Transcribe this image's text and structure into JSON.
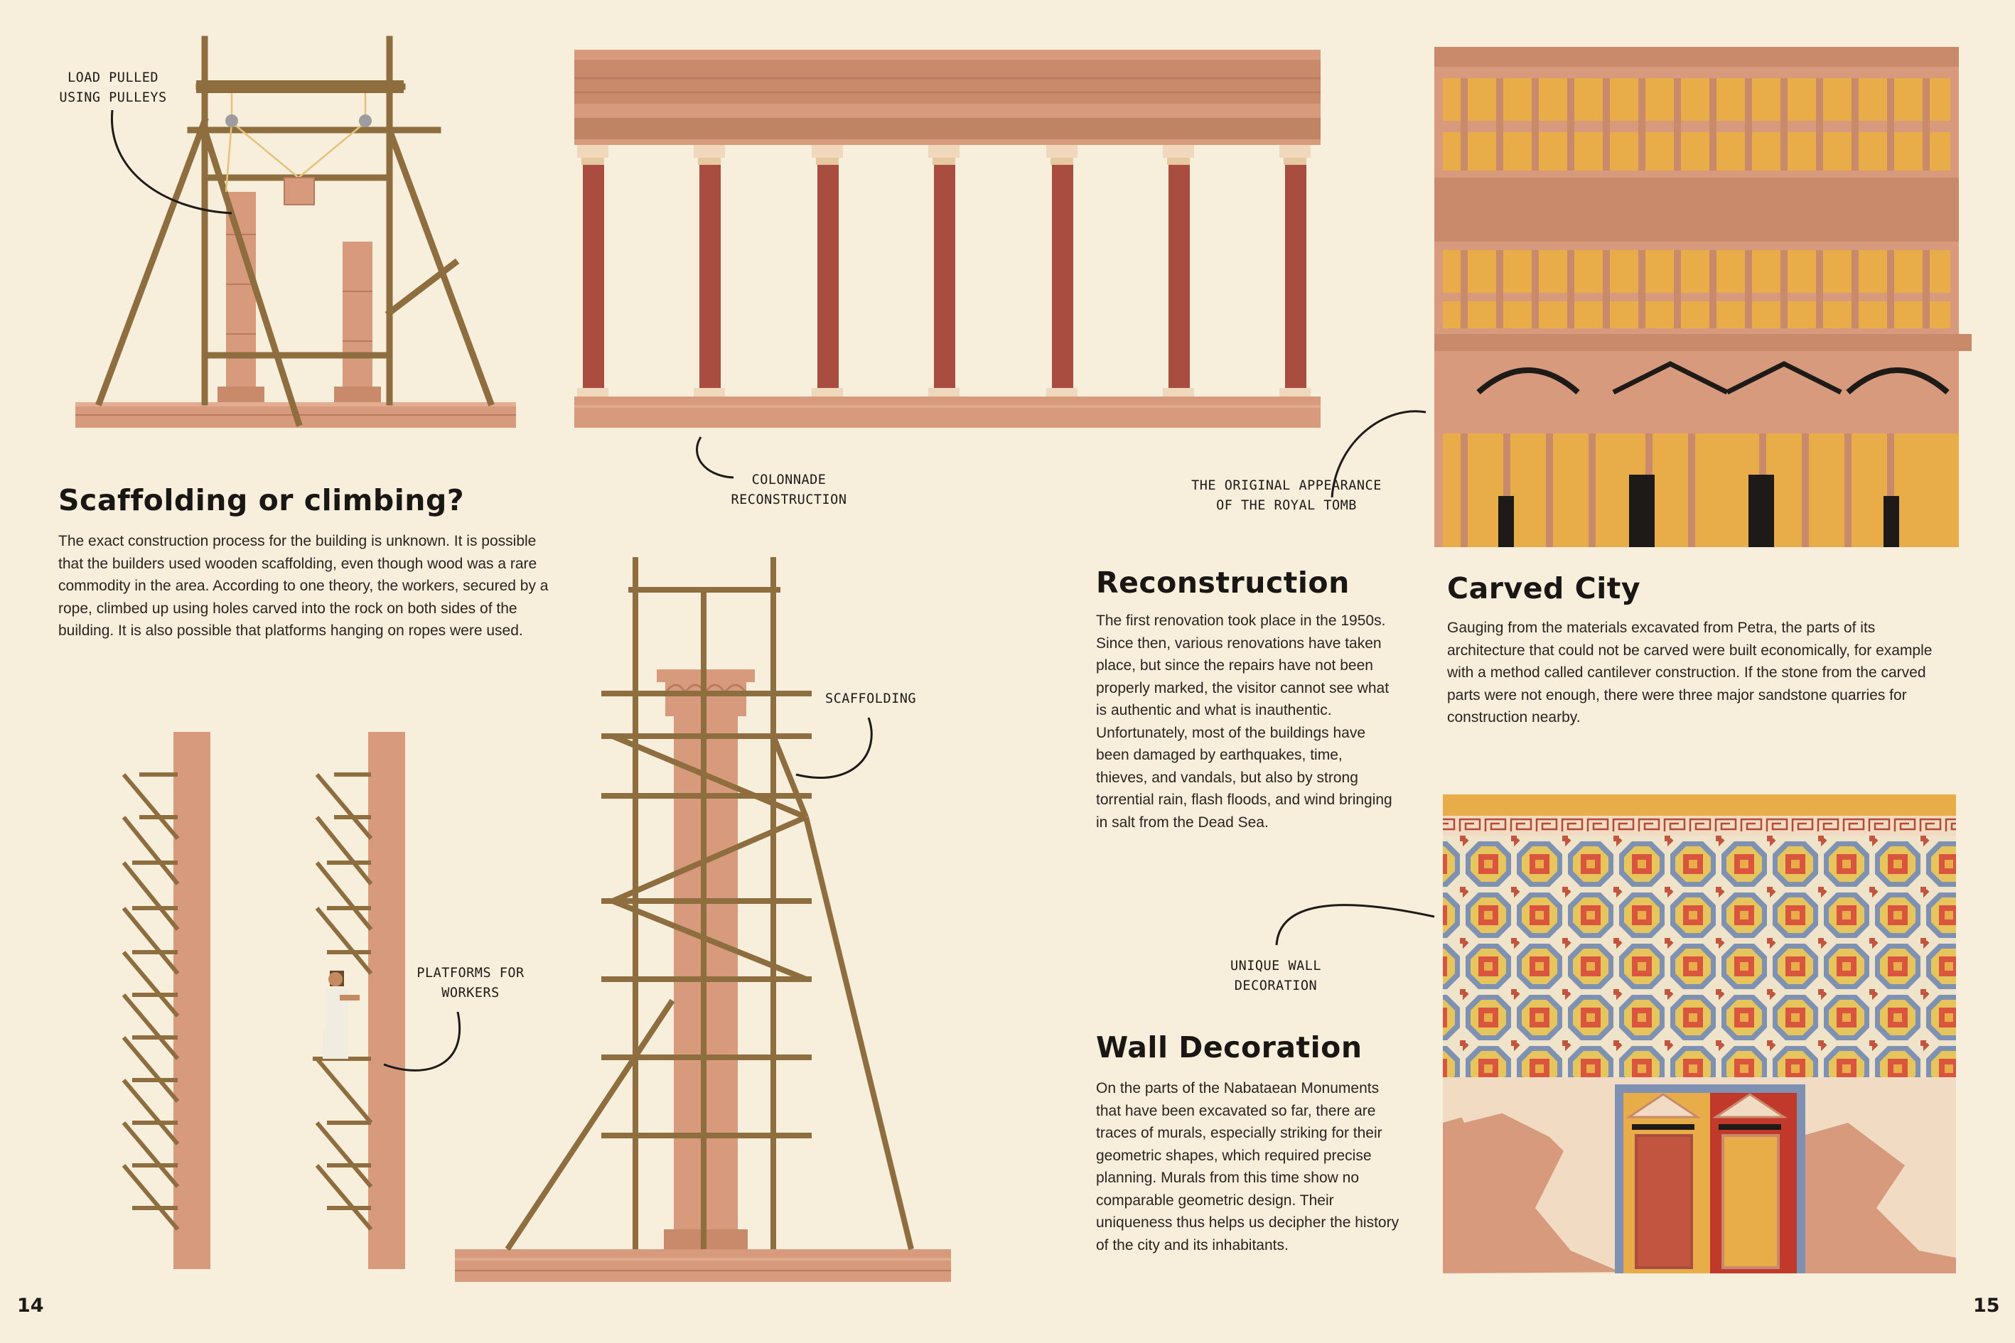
{
  "page_left": {
    "page_number": "14",
    "heading": "Scaffolding or climbing?",
    "body": "The exact construction process for the building is unknown. It is possible that the builders used wooden scaffolding, even though wood was a rare commodity in the area. According to one theory, the workers, secured by a rope, climbed up using holes carved into the rock on both sides of the building. It is also possible that platforms hanging on ropes were used.",
    "labels": {
      "pulleys": "Load pulled\nusing pulleys",
      "colonnade": "Colonnade\nreconstruction",
      "scaffolding": "Scaffolding",
      "platforms": "Platforms for\nworkers"
    }
  },
  "page_right": {
    "page_number": "15",
    "labels": {
      "royal_tomb": "The original appearance\nof the Royal Tomb",
      "wall": "Unique wall\ndecoration"
    },
    "reconstruction": {
      "heading": "Reconstruction",
      "body": "The first renovation took place in the 1950s. Since then, various renovations have taken place, but since the repairs have not been properly marked, the visitor cannot see what is authentic and what is inauthentic. Unfortunately, most of the buildings have been damaged by earthquakes, time, thieves, and vandals, but also by strong torrential rain, flash floods, and wind bringing in salt from the Dead Sea."
    },
    "carved_city": {
      "heading": "Carved City",
      "body": "Gauging from the materials excavated from Petra, the parts of its architecture that could not be carved were built economically, for example with a method called cantilever construction. If the stone from the carved parts were not enough, there were three major sandstone quarries for construction nearby."
    },
    "wall_decoration": {
      "heading": "Wall Decoration",
      "body": "On the parts of the Nabataean Monuments that have been excavated so far, there are traces of murals, especially striking for their geometric shapes, which required precise planning. Murals from this time show no comparable geometric design. Their uniqueness thus helps us decipher the history of the city and its inhabitants."
    }
  },
  "colors": {
    "background": "#f7eedc",
    "stone": "#d79a7c",
    "wood": "#8e6d3e",
    "column_red": "#a84d3f",
    "gold": "#e8ac48",
    "mosaic_blue": "#7f91b3"
  }
}
